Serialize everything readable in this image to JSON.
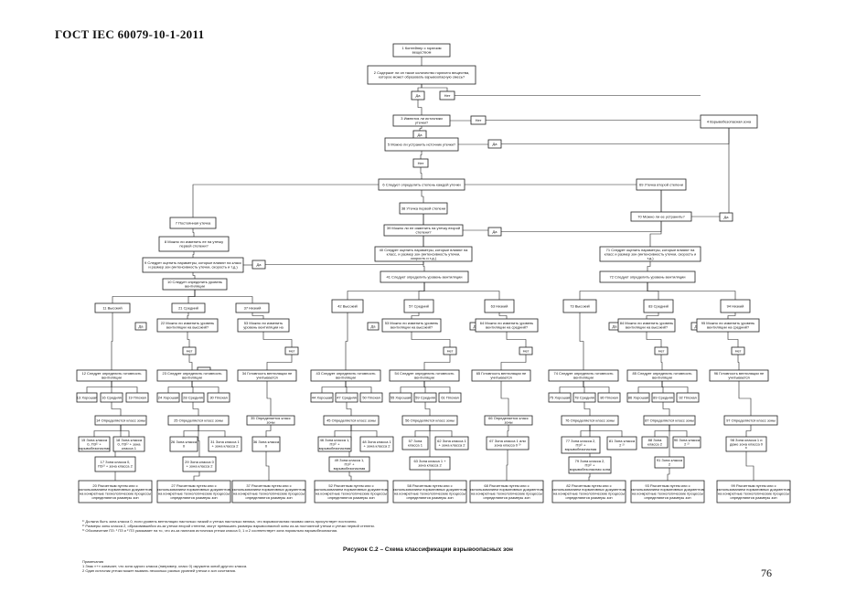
{
  "header": {
    "standard": "ГОСТ IEC 60079-10-1-2011"
  },
  "nodes": [
    {
      "id": "n1",
      "text": "1 Контейнер с горючим веществом"
    },
    {
      "id": "n2",
      "text": "2 Содержит ли он такое количество горючего вещества, которое может образовать взрывоопасную смесь?"
    },
    {
      "id": "da1",
      "text": "Да"
    },
    {
      "id": "net1",
      "text": "Нет"
    },
    {
      "id": "n3",
      "text": "3 Имеются ли источники утечки?"
    },
    {
      "id": "net3",
      "text": "Нет"
    },
    {
      "id": "n4",
      "text": "4 Взрывобезопасная зона"
    },
    {
      "id": "da3",
      "text": "Да"
    },
    {
      "id": "n5",
      "text": "5 Можно ли устранить источник утечки?"
    },
    {
      "id": "da5",
      "text": "Да"
    },
    {
      "id": "net5",
      "text": "Нет"
    },
    {
      "id": "n6",
      "text": "6 Следует определить степень каждой утечки"
    },
    {
      "id": "n69",
      "text": "69 Утечка второй степени"
    },
    {
      "id": "n38",
      "text": "38 Утечка первой степени"
    },
    {
      "id": "n70",
      "text": "70 Можно ли ее устранить?"
    },
    {
      "id": "da70",
      "text": "Да"
    },
    {
      "id": "n7",
      "text": "7 Постоянная утечка"
    },
    {
      "id": "n39",
      "text": "39 Можно ли ее изменить на утечку второй степени?"
    },
    {
      "id": "da39",
      "text": "Да"
    },
    {
      "id": "n8",
      "text": "8 Можно ли изменить ее на утечку первой степени?"
    },
    {
      "id": "n40",
      "text": "40 Следует оценить параметры, которые влияют на класс, и размер зон (интенсивность утечки, скорость и т.д.)"
    },
    {
      "id": "n71",
      "text": "71 Следует оценить параметры, которые влияют на класс и размер зон (интенсивность утечки, скорость и т.д.)"
    },
    {
      "id": "n9",
      "text": "9 Следует оценить параметры, которые влияют на класс и размер зон (интенсивность утечки, скорость и т.д.)"
    },
    {
      "id": "da9",
      "text": "Да"
    },
    {
      "id": "n41",
      "text": "41 Следует определить уровень вентиляции"
    },
    {
      "id": "n72",
      "text": "72 Следует определить уровень вентиляции"
    },
    {
      "id": "n10",
      "text": "10 Следует определить уровень вентиляции"
    },
    {
      "id": "n11",
      "text": "11 Высокий"
    },
    {
      "id": "n21",
      "text": "21 Средний"
    },
    {
      "id": "n37",
      "text": "37 Низкий"
    },
    {
      "id": "n42",
      "text": "42 Высокий"
    },
    {
      "id": "n57",
      "text": "57 Средний"
    },
    {
      "id": "n63",
      "text": "63 Низкий"
    },
    {
      "id": "n73",
      "text": "73 Высокий"
    },
    {
      "id": "n83",
      "text": "83 Средний"
    },
    {
      "id": "n94",
      "text": "94 Низкий"
    },
    {
      "id": "n22",
      "text": "22 Можно ли изменить уровень вентиляции на высокий?"
    },
    {
      "id": "n53",
      "text": "53 Можно ли изменить уровень вентиляции на средний?"
    },
    {
      "id": "n53a",
      "text": "53 Можно ли изменить уровень вентиляции на высокий?"
    },
    {
      "id": "n64",
      "text": "64 Можно ли изменить уровень вентиляции на средний?"
    },
    {
      "id": "n84",
      "text": "84 Можно ли изменить уровень вентиляции на высокий?"
    },
    {
      "id": "n95",
      "text": "95 Можно ли изменить уровень вентиляции на средний?"
    },
    {
      "id": "n12",
      "text": "12 Следует определить готовность вентиляции"
    },
    {
      "id": "n23",
      "text": "23 Следует определить готовность вентиляции"
    },
    {
      "id": "n34",
      "text": "34 Готовность вентиляции не учитывается"
    },
    {
      "id": "n43",
      "text": "43 Следует определить готовность вентиляции"
    },
    {
      "id": "n54",
      "text": "54 Следует определить готовность вентиляции"
    },
    {
      "id": "n65",
      "text": "65 Готовность вентиляции не учитывается"
    },
    {
      "id": "n74",
      "text": "74 Следует определить готовность вентиляции"
    },
    {
      "id": "n85",
      "text": "85 Следует определить готовность вентиляции"
    },
    {
      "id": "n96",
      "text": "96 Готовность вентиляции не учитывается"
    },
    {
      "id": "n13",
      "text": "13 Хорошая"
    },
    {
      "id": "n16",
      "text": "16 Средняя"
    },
    {
      "id": "n19",
      "text": "19 Плохая"
    },
    {
      "id": "n24",
      "text": "24 Хорошая"
    },
    {
      "id": "n28",
      "text": "28 Средняя"
    },
    {
      "id": "n30",
      "text": "30 Плохая"
    },
    {
      "id": "n44",
      "text": "44 Хорошая"
    },
    {
      "id": "n47",
      "text": "47 Средняя"
    },
    {
      "id": "n50",
      "text": "50 Плохая"
    },
    {
      "id": "n55",
      "text": "55 Хорошая"
    },
    {
      "id": "n59",
      "text": "59 Средняя"
    },
    {
      "id": "n61",
      "text": "61 Плохая"
    },
    {
      "id": "n75",
      "text": "75 Хорошая"
    },
    {
      "id": "n78",
      "text": "78 Средняя"
    },
    {
      "id": "n80",
      "text": "80 Плохая"
    },
    {
      "id": "n86",
      "text": "86 Хорошая"
    },
    {
      "id": "n89",
      "text": "89 Средняя"
    },
    {
      "id": "n92",
      "text": "92 Плохая"
    },
    {
      "id": "n14",
      "text": "14 Определяется класс зоны"
    },
    {
      "id": "n25",
      "text": "25 Определяется класс зоны"
    },
    {
      "id": "n35",
      "text": "35 Определяется класс зоны"
    },
    {
      "id": "n45",
      "text": "45 Определяется класс зоны"
    },
    {
      "id": "n56",
      "text": "56 Определяется класс зоны"
    },
    {
      "id": "n66",
      "text": "66 Определяется класс зоны"
    },
    {
      "id": "n76",
      "text": "76 Определяется класс зоны"
    },
    {
      "id": "n87",
      "text": "87 Определяется класс зоны"
    },
    {
      "id": "n97",
      "text": "97 Определяется класс зоны"
    },
    {
      "id": "n15",
      "text": "15 Зона класса 0, ПЗ¹⁾ + взрывобезопасная зона"
    },
    {
      "id": "n18",
      "text": "18 Зона класса 0, ПЗ¹⁾ + зона класса 1"
    },
    {
      "id": "n17",
      "text": "17 Зона класса 0, ПЗ¹⁾ + зона класса 2"
    },
    {
      "id": "n26",
      "text": "26 Зона класса 0"
    },
    {
      "id": "n31",
      "text": "31 Зона класса 1 + зона класса 2"
    },
    {
      "id": "n29",
      "text": "29 Зона класса 0 + зона класса 2"
    },
    {
      "id": "n36",
      "text": "36 Зона класса 0"
    },
    {
      "id": "n46",
      "text": "46 Зона класса 1, ПЗ¹⁾ + взрывобезопасная зона"
    },
    {
      "id": "n48",
      "text": "48 Зона класса 1 + зона класса 2"
    },
    {
      "id": "n49",
      "text": "49 Зона класса 1, ПЗ¹⁾ + взрывобезопасная зона"
    },
    {
      "id": "n57z",
      "text": "57 Зона класса 1"
    },
    {
      "id": "n62",
      "text": "62 Зона класса 1 + зона класса 2"
    },
    {
      "id": "n63z",
      "text": "63 Зона класса 1 + зона класса 2"
    },
    {
      "id": "n67",
      "text": "67 Зона класса 1 или зона класса 0 ³⁾"
    },
    {
      "id": "n77",
      "text": "77 Зона класса 2, ПЗ¹⁾ + взрывобезопасная зона"
    },
    {
      "id": "n81",
      "text": "81 Зона класса 2 ²⁾"
    },
    {
      "id": "n79",
      "text": "79 Зона класса 2, ПЗ¹⁾ + взрывобезопасная зона"
    },
    {
      "id": "n88",
      "text": "88 Зона класса 2"
    },
    {
      "id": "n90",
      "text": "90 Зона класса 2 ²⁾"
    },
    {
      "id": "n91",
      "text": "91 Зона класса 2"
    },
    {
      "id": "n98",
      "text": "98 Зона класса 1 и даже зона класса 0 ³⁾"
    },
    {
      "id": "n20",
      "text": "20 Расчетным путем или с использованием нормативных документов на конкретные технологические процессы определяются размеры зон"
    },
    {
      "id": "n27",
      "text": "27 Расчетным путем или с использованием нормативных документов на конкретные технологические процессы определяются размеры зон"
    },
    {
      "id": "n37r",
      "text": "37 Расчетным путем или с использованием нормативных документов на конкретные технологические процессы определяются размеры зон"
    },
    {
      "id": "n52",
      "text": "52 Расчетным путем или с использованием нормативных документов на конкретные технологические процессы определяются размеры зон"
    },
    {
      "id": "n58",
      "text": "58 Расчетным путем или с использованием нормативных документов на конкретные технологические процессы определяются размеры зон"
    },
    {
      "id": "n68",
      "text": "68 Расчетным путем или с использованием нормативных документов на конкретные технологические процессы определяются размеры зон"
    },
    {
      "id": "n82",
      "text": "82 Расчетным путем или с использованием нормативных документов на конкретные технологические процессы определяются размеры зон"
    },
    {
      "id": "n93",
      "text": "93 Расчетным путем или с использованием нормативных документов на конкретные технологические процессы определяются размеры зон"
    },
    {
      "id": "n99",
      "text": "99 Расчетным путем или с использованием нормативных документов на конкретные технологические процессы определяются размеры зон"
    },
    {
      "id": "d22",
      "text": "Да"
    },
    {
      "id": "t22",
      "text": "Нет"
    },
    {
      "id": "d53",
      "text": "Да"
    },
    {
      "id": "t53",
      "text": "Нет"
    },
    {
      "id": "d53b",
      "text": "Да"
    },
    {
      "id": "t53b",
      "text": "Нет"
    },
    {
      "id": "d64",
      "text": "Да"
    },
    {
      "id": "t64",
      "text": "Нет"
    },
    {
      "id": "d84",
      "text": "Да"
    },
    {
      "id": "t84",
      "text": "Нет"
    },
    {
      "id": "d95",
      "text": "Да"
    },
    {
      "id": "t95",
      "text": "Нет"
    },
    {
      "id": "t8",
      "text": "Нет"
    }
  ],
  "footnotes": [
    "¹⁾ Должна быть зона класса 0, если уровень вентиляции настолько низкий и утечка настолько велика, что взрывоопасная газовая смесь присутствует постоянно.",
    "²⁾ Размеры зоны класса 2, образовавшейся из-за утечки второй степени, могут превышать размеры взрывоопасной зоны из-за постоянной утечки и утечки первой степени.",
    "³⁾ Обозначение ПЗ: ¹ ПЗ и ² ПЗ указывает на то, что из-за наличия источника утечки класса 0, 1 и 2 соответствует зона нормально взрывобезопасная."
  ],
  "caption": "Рисунок С.2 – Схема классификации взрывоопасных зон",
  "notes_title": "Примечания",
  "notes": [
    "1 Знак «+» означает, что зона одного класса (например, класс 0) окружена зоной другого класса.",
    "2 Один источник утечки может вызвать несколько разных уровней утечки и зон сочетания."
  ],
  "page_number": "76"
}
